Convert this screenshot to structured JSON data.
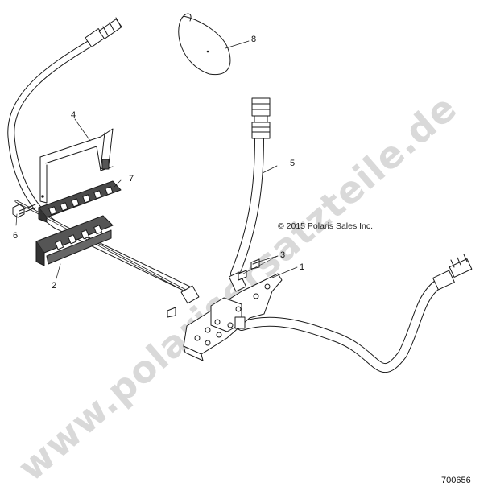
{
  "diagram": {
    "callouts": [
      {
        "id": "c1",
        "label": "1"
      },
      {
        "id": "c2",
        "label": "2"
      },
      {
        "id": "c3",
        "label": "3"
      },
      {
        "id": "c4",
        "label": "4"
      },
      {
        "id": "c5",
        "label": "5"
      },
      {
        "id": "c6",
        "label": "6"
      },
      {
        "id": "c7",
        "label": "7"
      },
      {
        "id": "c8",
        "label": "8"
      }
    ],
    "copyright": "© 2015 Polaris Sales Inc.",
    "figure_id": "700656",
    "watermark": "www.polarisersatzteile.de",
    "colors": {
      "line": "#1a1a1a",
      "fill": "#ffffff",
      "watermark": "#d9d9d9",
      "dark_part": "#555555"
    }
  }
}
